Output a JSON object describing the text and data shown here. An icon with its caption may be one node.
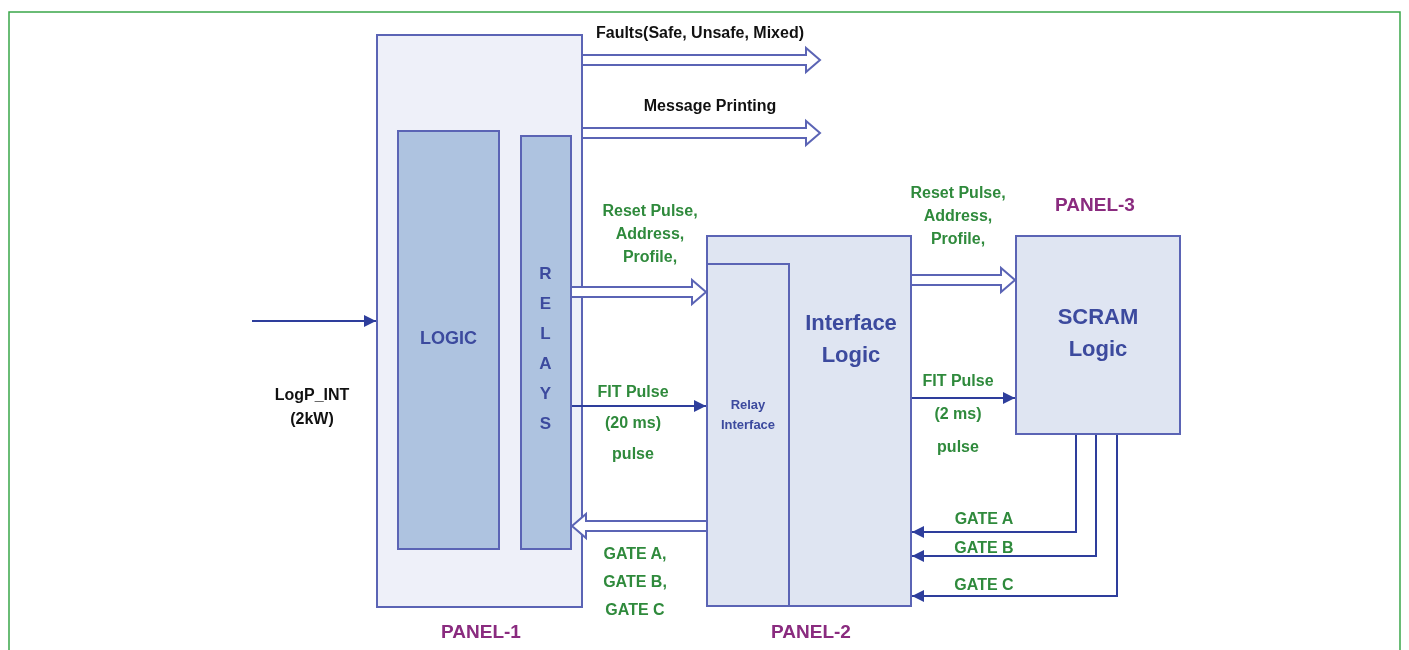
{
  "diagram": {
    "nodes": [
      {
        "text": [
          "PANEL-1"
        ]
      },
      {
        "text": [
          "LOGIC"
        ],
        "in": 0
      },
      {
        "text": [
          "RELAYS"
        ],
        "in": 0
      },
      {
        "text": [
          "Interface Logic",
          "PANEL-2"
        ]
      },
      {
        "text": [
          "Relay Interface"
        ],
        "in": 3
      },
      {
        "text": [
          "PANEL-3",
          "SCRAM Logic"
        ]
      }
    ],
    "edges": [
      {
        "from": null,
        "to": 0,
        "arrow": "to",
        "label": "LogP_INT (2kW)"
      },
      {
        "from": 0,
        "to": null,
        "arrow": "to",
        "label": "Faults(Safe, Unsafe, Mixed)",
        "style": "thick"
      },
      {
        "from": 0,
        "to": null,
        "arrow": "to",
        "label": "Message Printing",
        "style": "thick"
      },
      {
        "from": 2,
        "to": 4,
        "arrow": "to",
        "label": "Reset Pulse, Address, Profile,",
        "style": "thick"
      },
      {
        "from": 2,
        "to": 4,
        "arrow": "to",
        "label": "FIT Pulse (20 ms) pulse"
      },
      {
        "from": 4,
        "to": 2,
        "arrow": "to",
        "label": "GATE A, GATE B, GATE C",
        "style": "thick"
      },
      {
        "from": 3,
        "to": 5,
        "arrow": "to",
        "label": "Reset Pulse, Address, Profile,",
        "style": "thick"
      },
      {
        "from": 3,
        "to": 5,
        "arrow": "to",
        "label": "FIT Pulse (2 ms) pulse"
      },
      {
        "from": 5,
        "to": 3,
        "arrow": "to",
        "label": "GATE A"
      },
      {
        "from": 5,
        "to": 3,
        "arrow": "to",
        "label": "GATE B"
      },
      {
        "from": 5,
        "to": 3,
        "arrow": "to",
        "label": "GATE C"
      }
    ]
  }
}
